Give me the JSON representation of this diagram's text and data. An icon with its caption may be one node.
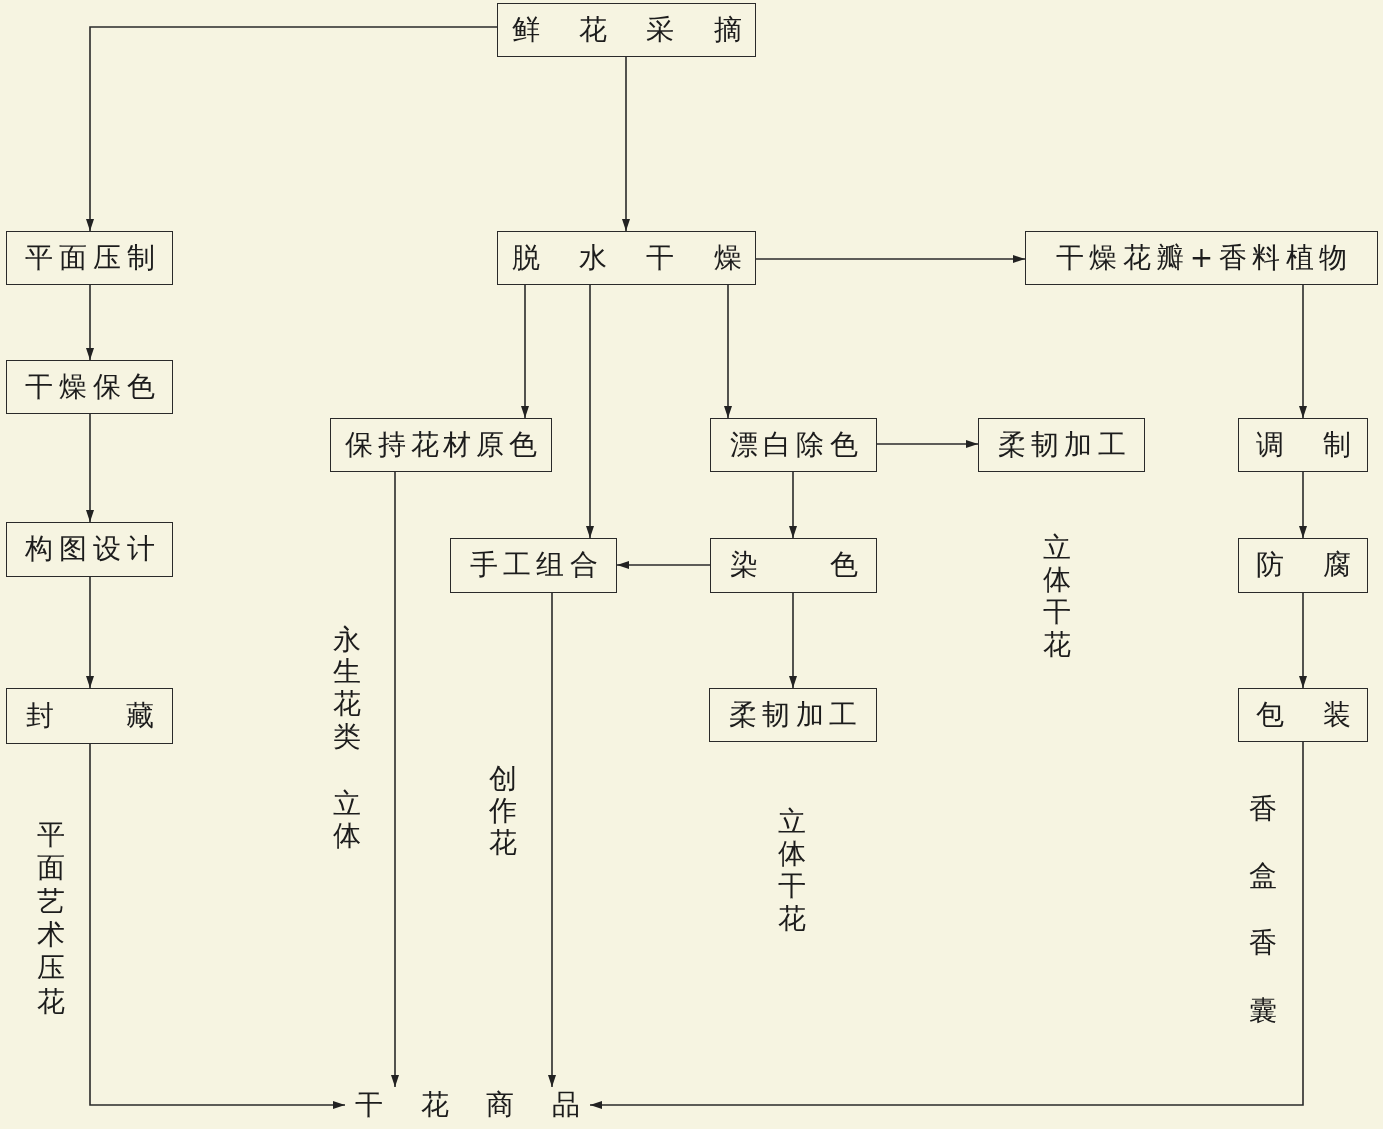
{
  "diagram": {
    "nodes": [
      {
        "text": [
          "鲜花采摘"
        ]
      },
      {
        "text": [
          "平面压制"
        ]
      },
      {
        "text": [
          "脱水干燥"
        ]
      },
      {
        "text": [
          "干燥花瓣+香料植物"
        ]
      },
      {
        "text": [
          "干燥保色"
        ]
      },
      {
        "text": [
          "保持花材原色"
        ]
      },
      {
        "text": [
          "漂白除色"
        ]
      },
      {
        "text": [
          "柔韧加工"
        ]
      },
      {
        "text": [
          "调制"
        ]
      },
      {
        "text": [
          "构图设计"
        ]
      },
      {
        "text": [
          "手工组合"
        ]
      },
      {
        "text": [
          "染色"
        ]
      },
      {
        "text": [
          "防腐"
        ]
      },
      {
        "text": [
          "封藏"
        ]
      },
      {
        "text": [
          "柔韧加工"
        ]
      },
      {
        "text": [
          "包装"
        ]
      },
      {
        "text": [
          "干花商品"
        ]
      }
    ],
    "edges": [
      {
        "from": 0,
        "to": 1,
        "arrow": "to"
      },
      {
        "from": 0,
        "to": 2,
        "arrow": "to"
      },
      {
        "from": 2,
        "to": 3,
        "arrow": "to"
      },
      {
        "from": 1,
        "to": 4,
        "arrow": "to"
      },
      {
        "from": 2,
        "to": 5,
        "arrow": "to"
      },
      {
        "from": 2,
        "to": 10,
        "arrow": "to"
      },
      {
        "from": 2,
        "to": 6,
        "arrow": "to"
      },
      {
        "from": 3,
        "to": 8,
        "arrow": "to"
      },
      {
        "from": 6,
        "to": 7,
        "arrow": "to"
      },
      {
        "from": 4,
        "to": 9,
        "arrow": "to"
      },
      {
        "from": 6,
        "to": 11,
        "arrow": "to"
      },
      {
        "from": 11,
        "to": 10,
        "arrow": "to"
      },
      {
        "from": 8,
        "to": 12,
        "arrow": "to"
      },
      {
        "from": 11,
        "to": 14,
        "arrow": "to"
      },
      {
        "from": 12,
        "to": 15,
        "arrow": "to"
      },
      {
        "from": 9,
        "to": 13,
        "arrow": "to"
      },
      {
        "from": 13,
        "to": 16,
        "arrow": "to"
      },
      {
        "from": 5,
        "to": 16,
        "arrow": "to"
      },
      {
        "from": 10,
        "to": 16,
        "arrow": "to"
      },
      {
        "from": 15,
        "to": 16,
        "arrow": "to"
      }
    ],
    "labels": [
      "平面艺术压花",
      "永生花类",
      "立体",
      "创作花",
      "立体干花",
      "立体干花",
      "香盒香囊"
    ]
  }
}
